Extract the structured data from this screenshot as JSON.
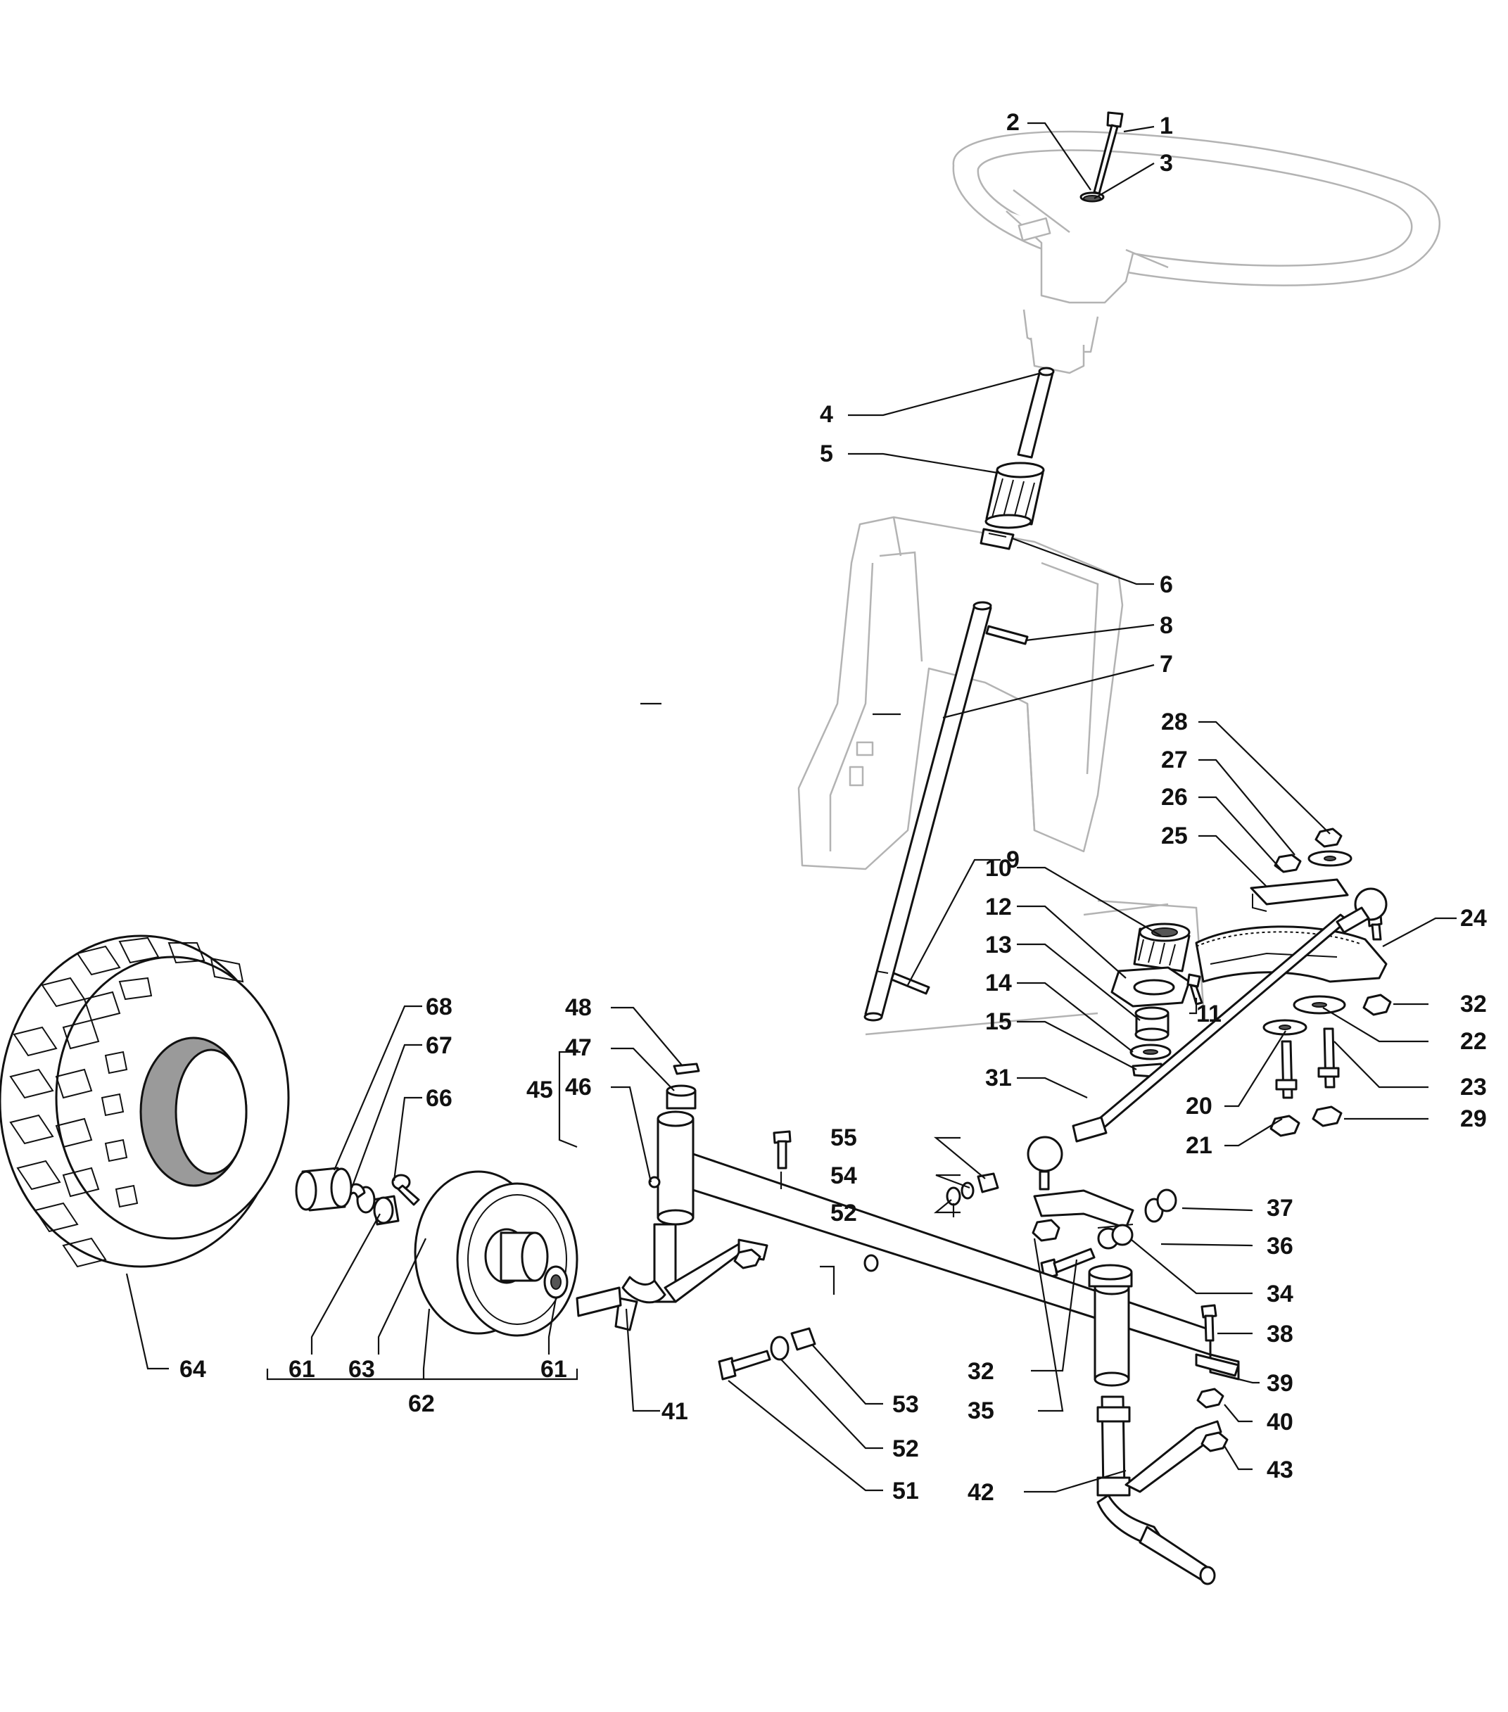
{
  "diagram": {
    "callouts": [
      "1",
      "2",
      "3",
      "4",
      "5",
      "6",
      "7",
      "8",
      "9",
      "10",
      "11",
      "12",
      "13",
      "14",
      "15",
      "20",
      "21",
      "22",
      "23",
      "24",
      "25",
      "26",
      "27",
      "28",
      "29",
      "31",
      "32",
      "34",
      "35",
      "36",
      "37",
      "38",
      "39",
      "40",
      "41",
      "42",
      "43",
      "45",
      "46",
      "47",
      "48",
      "51",
      "52",
      "53",
      "54",
      "55",
      "61",
      "62",
      "63",
      "64",
      "66",
      "67",
      "68"
    ],
    "labels": {
      "n1": "1",
      "n2": "2",
      "n3": "3",
      "n4": "4",
      "n5": "5",
      "n6": "6",
      "n7": "7",
      "n8": "8",
      "n9": "9",
      "n10": "10",
      "n11": "11",
      "n12": "12",
      "n13": "13",
      "n14": "14",
      "n15": "15",
      "n20": "20",
      "n21": "21",
      "n22": "22",
      "n23": "23",
      "n24": "24",
      "n25": "25",
      "n26": "26",
      "n27": "27",
      "n28": "28",
      "n29": "29",
      "n31": "31",
      "n32a": "32",
      "n32b": "32",
      "n34": "34",
      "n35": "35",
      "n36": "36",
      "n37": "37",
      "n38": "38",
      "n39": "39",
      "n40": "40",
      "n41": "41",
      "n42": "42",
      "n43": "43",
      "n45": "45",
      "n46": "46",
      "n47": "47",
      "n48": "48",
      "n51": "51",
      "n52a": "52",
      "n52b": "52",
      "n53": "53",
      "n54": "54",
      "n55": "55",
      "n61a": "61",
      "n61b": "61",
      "n62": "62",
      "n63": "63",
      "n64": "64",
      "n66": "66",
      "n67": "67",
      "n68": "68"
    }
  }
}
